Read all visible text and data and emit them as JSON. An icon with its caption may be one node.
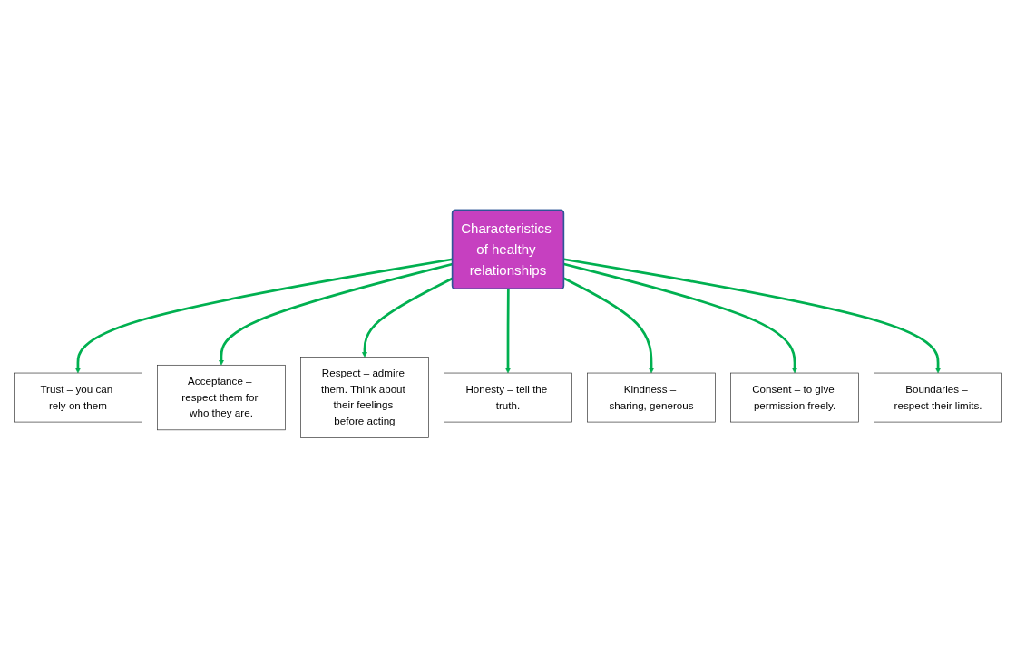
{
  "diagram": {
    "nodes": [
      {
        "text": [
          "Characteristics of healthy relationships"
        ]
      },
      {
        "text": [
          "Trust – you can rely on them"
        ]
      },
      {
        "text": [
          "Acceptance – respect them for who they are."
        ]
      },
      {
        "text": [
          "Respect – admire them. Think about their feelings before acting"
        ]
      },
      {
        "text": [
          "Honesty – tell the truth."
        ]
      },
      {
        "text": [
          "Kindness – sharing, generous"
        ]
      },
      {
        "text": [
          "Consent – to give permission freely."
        ]
      },
      {
        "text": [
          "Boundaries – respect their limits."
        ]
      }
    ],
    "edges": [
      {
        "from": 0,
        "to": 1,
        "arrow": "to",
        "color": "#00b050"
      },
      {
        "from": 0,
        "to": 2,
        "arrow": "to",
        "color": "#00b050"
      },
      {
        "from": 0,
        "to": 3,
        "arrow": "to",
        "color": "#00b050"
      },
      {
        "from": 0,
        "to": 4,
        "arrow": "to",
        "color": "#00b050"
      },
      {
        "from": 0,
        "to": 5,
        "arrow": "to",
        "color": "#00b050"
      },
      {
        "from": 0,
        "to": 6,
        "arrow": "to",
        "color": "#00b050"
      },
      {
        "from": 0,
        "to": 7,
        "arrow": "to",
        "color": "#00b050"
      }
    ]
  }
}
